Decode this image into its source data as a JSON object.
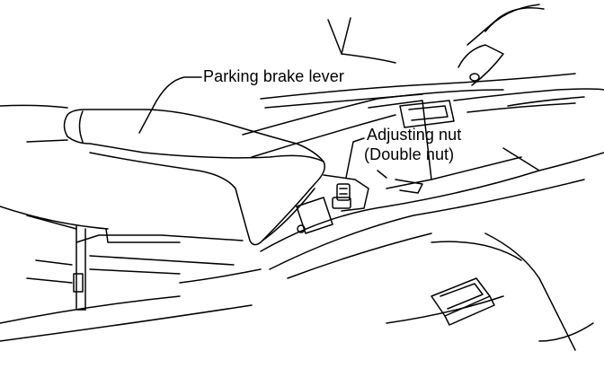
{
  "diagram": {
    "labels": {
      "parking_brake_lever": "Parking brake lever",
      "adjusting_nut": "Adjusting nut",
      "double_nut": "(Double nut)"
    },
    "line_color": "#000000",
    "background_color": "#ffffff"
  }
}
